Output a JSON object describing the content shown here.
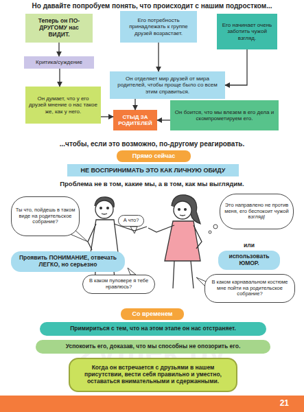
{
  "diagram": {
    "nodes": [
      {
        "text": [
          "Теперь он ПО-ДРУГОМУ нас ВИДИТ."
        ]
      },
      {
        "text": [
          "Критика/суждение"
        ]
      },
      {
        "text": [
          "Его потребность принадлежать к группе друзей возрастает."
        ]
      },
      {
        "text": [
          "Его начинает очень заботить чужой взгляд."
        ]
      },
      {
        "text": [
          "Он отделяет мир друзей от мира родителей, чтобы проще было со всем этим справиться."
        ]
      },
      {
        "text": [
          "Он думает, что у его друзей мнение о нас такое же, как у него."
        ]
      },
      {
        "text": [
          "СТЫД ЗА РОДИТЕЛЕЙ"
        ]
      },
      {
        "text": [
          "Он боится, что мы влезем в его дела и скомпрометируем его."
        ]
      },
      {
        "text": [
          "Прямо сейчас"
        ]
      },
      {
        "text": [
          "НЕ ВОСПРИНИМАТЬ ЭТО КАК ЛИЧНУЮ ОБИДУ"
        ]
      },
      {
        "text": [
          "Ты что, пойдешь в таком виде на родительское собрание?"
        ]
      },
      {
        "text": [
          "А что?"
        ]
      },
      {
        "text": [
          "Это направлено не против меня, его беспокоит чужой взгляд!"
        ]
      },
      {
        "text": [
          "Проявить ПОНИМАНИЕ, отвечать ЛЕГКО, но серьезно"
        ]
      },
      {
        "text": [
          "или",
          "использовать ЮМОР."
        ]
      },
      {
        "text": [
          "В каком пуловере я тебе нравлюсь?"
        ]
      },
      {
        "text": [
          "В каком карнавальном костюме мне пойти на родительское собрание?"
        ]
      },
      {
        "text": [
          "Со временем"
        ]
      },
      {
        "text": [
          "Примириться с тем, что на этом этапе он нас отстраняет."
        ]
      },
      {
        "text": [
          "Успокоить его, доказав, что мы способны не опозорить его."
        ]
      },
      {
        "text": [
          "Когда он встречается с друзьями в нашем присутствии, вести себя правильно и уместно, оставаться внимательными и сдержанными."
        ]
      },
      {
        "text": [
          "21"
        ]
      }
    ],
    "edges": [
      {
        "from": 0,
        "to": 1,
        "arrow": "to"
      },
      {
        "from": 1,
        "to": 5,
        "arrow": "to"
      },
      {
        "from": 2,
        "to": 4,
        "arrow": "to"
      },
      {
        "from": 3,
        "to": 4,
        "arrow": "to"
      },
      {
        "from": 4,
        "to": 6,
        "arrow": "to"
      },
      {
        "from": 5,
        "to": 6,
        "arrow": "to"
      },
      {
        "from": 7,
        "to": 6,
        "arrow": "to"
      }
    ],
    "labels": [
      "Но давайте попробуем понять, что происходит с нашим подростком...",
      "...чтобы, если это возможно, по-другому реагировать.",
      "Проблема не в том, какие мы, а в том, как мы выглядим.",
      "2Vmek.by"
    ]
  }
}
